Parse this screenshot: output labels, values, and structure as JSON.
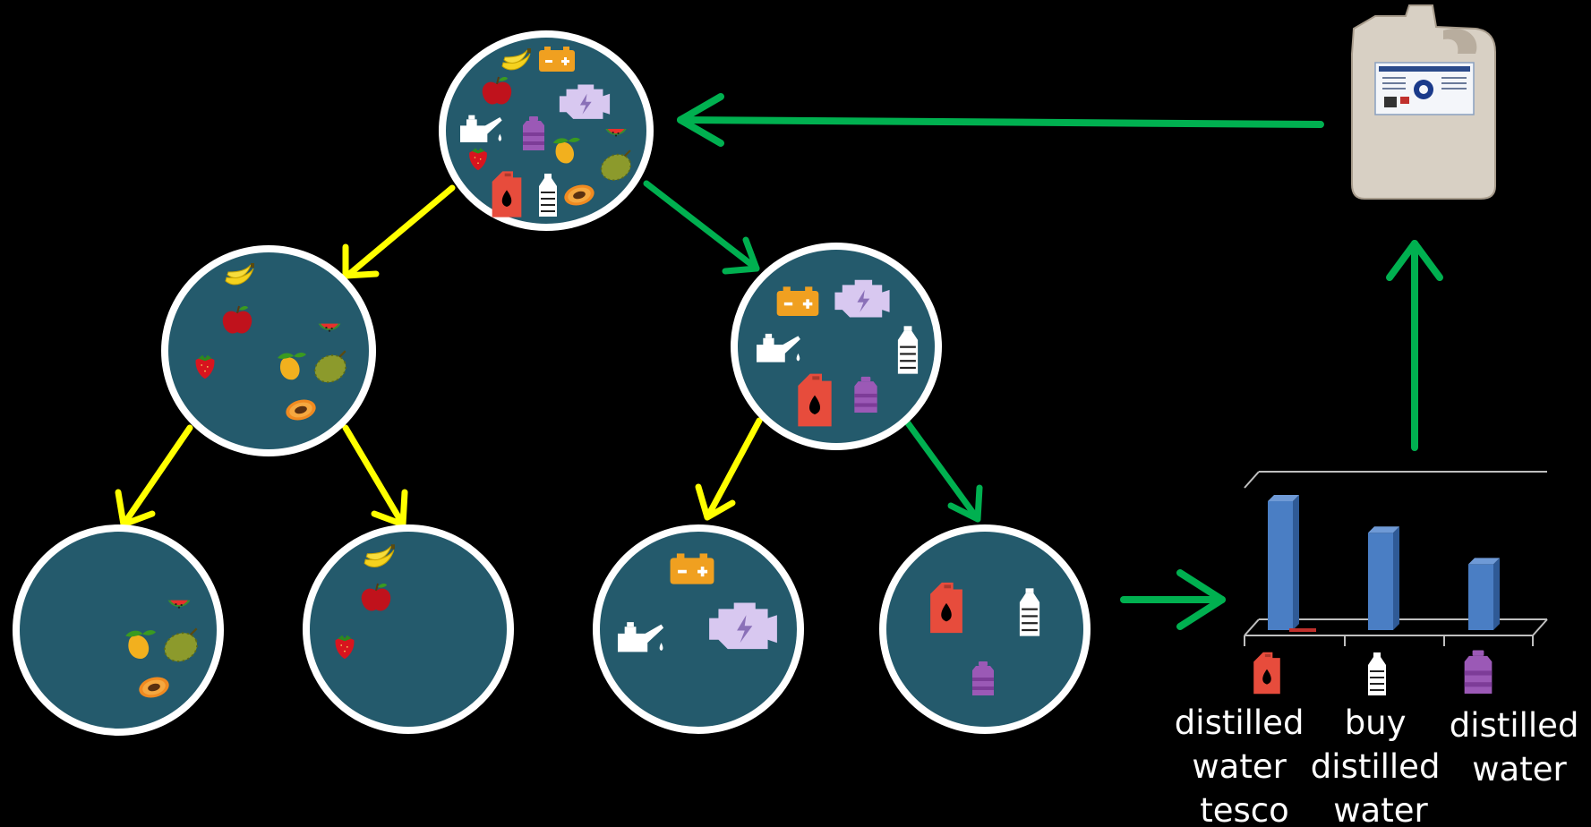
{
  "colors": {
    "background": "#000000",
    "node_fill": "#245a6c",
    "node_ring": "#ffffff",
    "arrow_fruit": "#ffff00",
    "arrow_car": "#00b050",
    "bar": "#4a7ec4"
  },
  "icons": {
    "root": [
      "banana-icon",
      "battery-icon",
      "apple-icon",
      "engine-icon",
      "oil-can-icon",
      "purple-bottle-icon",
      "watermelon-icon",
      "strawberry-icon",
      "mango-icon",
      "jackfruit-icon",
      "jerrycan-icon",
      "water-bottle-icon",
      "papaya-icon"
    ],
    "fruit": [
      "banana-icon",
      "apple-icon",
      "watermelon-icon",
      "strawberry-icon",
      "mango-icon",
      "jackfruit-icon",
      "papaya-icon"
    ],
    "car": [
      "battery-icon",
      "engine-icon",
      "oil-can-icon",
      "water-bottle-icon",
      "jerrycan-icon",
      "purple-bottle-icon"
    ],
    "product": "distilled-water-canister-icon"
  },
  "chart_data": {
    "type": "bar",
    "categories": [
      "distilled water tesco",
      "buy distilled water",
      "distilled water"
    ],
    "category_icons": [
      "jerrycan-icon",
      "water-bottle-icon",
      "purple-bottle-icon"
    ],
    "values": [
      0.9,
      0.68,
      0.46
    ],
    "ylim": [
      0,
      1
    ],
    "grid": false
  },
  "chart_labels": [
    [
      "distilled",
      "water",
      "tesco"
    ],
    [
      "buy",
      "distilled",
      "water"
    ],
    [
      "distilled",
      "water"
    ]
  ]
}
